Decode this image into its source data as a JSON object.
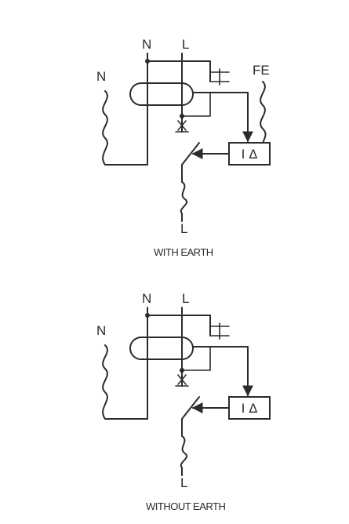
{
  "diagrams": [
    {
      "caption": "WITH EARTH",
      "neutral_top": "N",
      "live_top": "L",
      "neutral_side": "N",
      "functional_earth": "FE",
      "live_bottom": "L",
      "relay": "I Δ"
    },
    {
      "caption": "WITHOUT EARTH",
      "neutral_top": "N",
      "live_top": "L",
      "neutral_side": "N",
      "live_bottom": "L",
      "relay": "I Δ"
    }
  ]
}
